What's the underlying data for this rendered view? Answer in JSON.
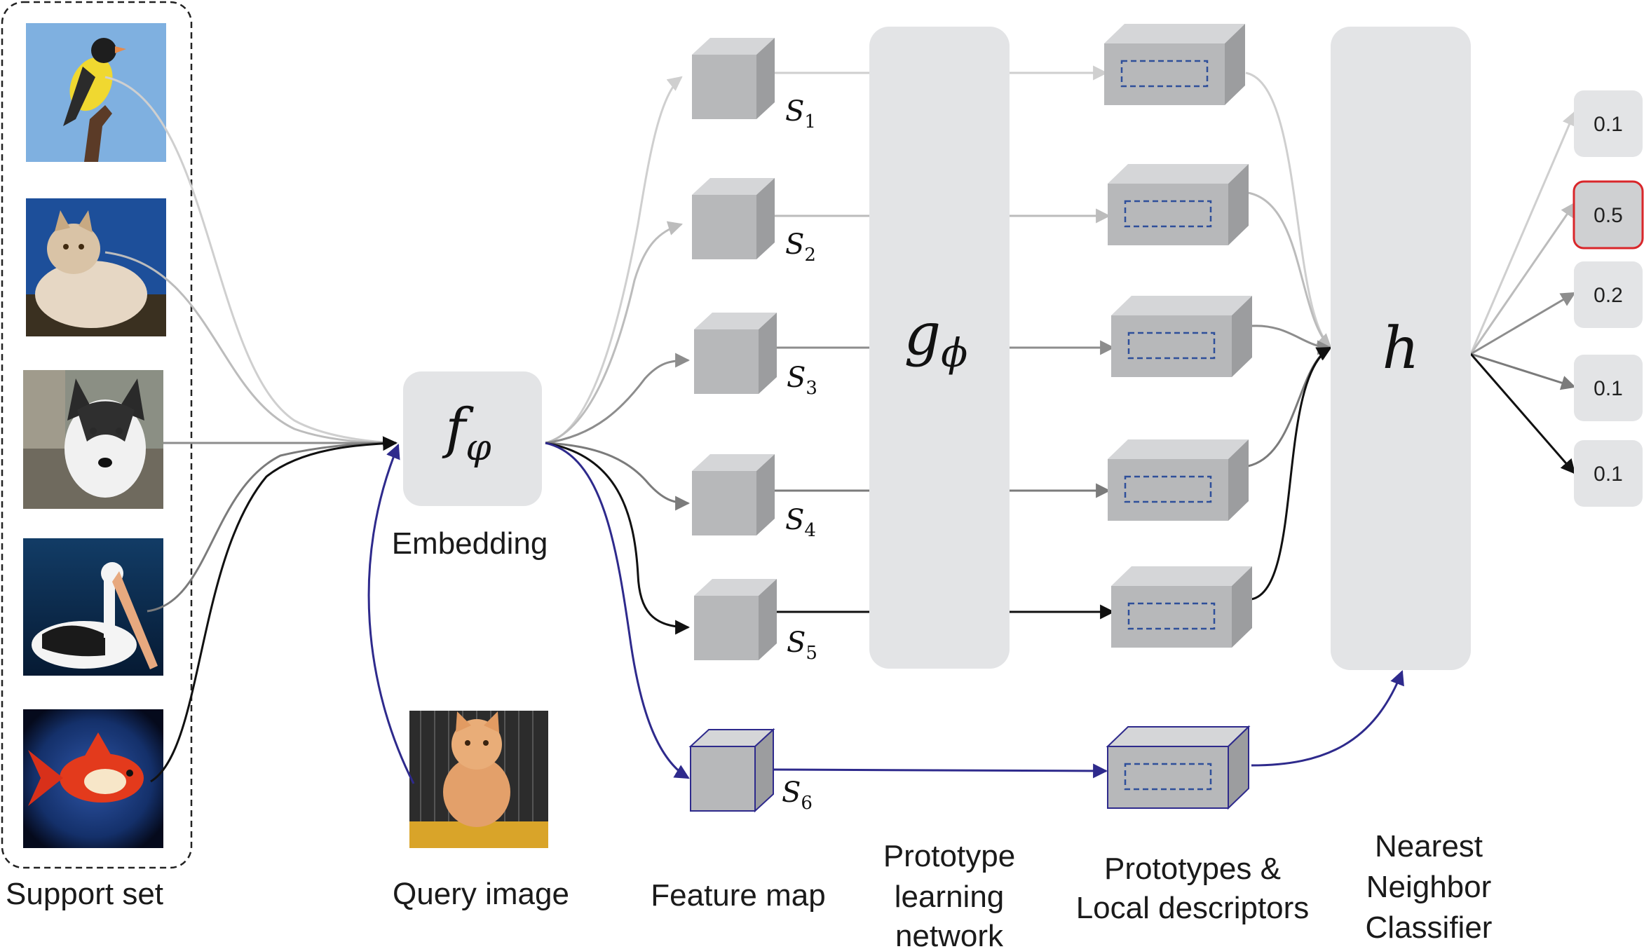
{
  "labels": {
    "support_set": "Support set",
    "query_image": "Query image",
    "embedding": "Embedding",
    "feature_map": "Feature map",
    "prototype_network": [
      "Prototype",
      "learning",
      "network"
    ],
    "prototypes": [
      "Prototypes &",
      "Local descriptors"
    ],
    "nn_classifier": [
      "Nearest",
      "Neighbor",
      "Classifier"
    ]
  },
  "modules": {
    "embedding": {
      "base": "f",
      "sub": "φ"
    },
    "prototype": {
      "base": "g",
      "sub": "ϕ"
    },
    "classifier": "h"
  },
  "feature_maps": [
    {
      "base": "S",
      "sub": "1"
    },
    {
      "base": "S",
      "sub": "2"
    },
    {
      "base": "S",
      "sub": "3"
    },
    {
      "base": "S",
      "sub": "4"
    },
    {
      "base": "S",
      "sub": "5"
    },
    {
      "base": "S",
      "sub": "6"
    }
  ],
  "support_images": [
    "bird",
    "cat",
    "husky",
    "pelican",
    "goldfish"
  ],
  "query_image": "kitten",
  "scores": [
    "0.1",
    "0.5",
    "0.2",
    "0.1",
    "0.1"
  ],
  "highlighted_score_index": 1,
  "colors": {
    "box": "#e3e4e6",
    "query_path": "#2e2a8c",
    "highlight": "#d9262a",
    "flow_1": "#cfcfcf",
    "flow_2": "#bcbcbc",
    "flow_3": "#8d8d8d",
    "flow_4": "#7b7b7b",
    "flow_5": "#111111"
  }
}
